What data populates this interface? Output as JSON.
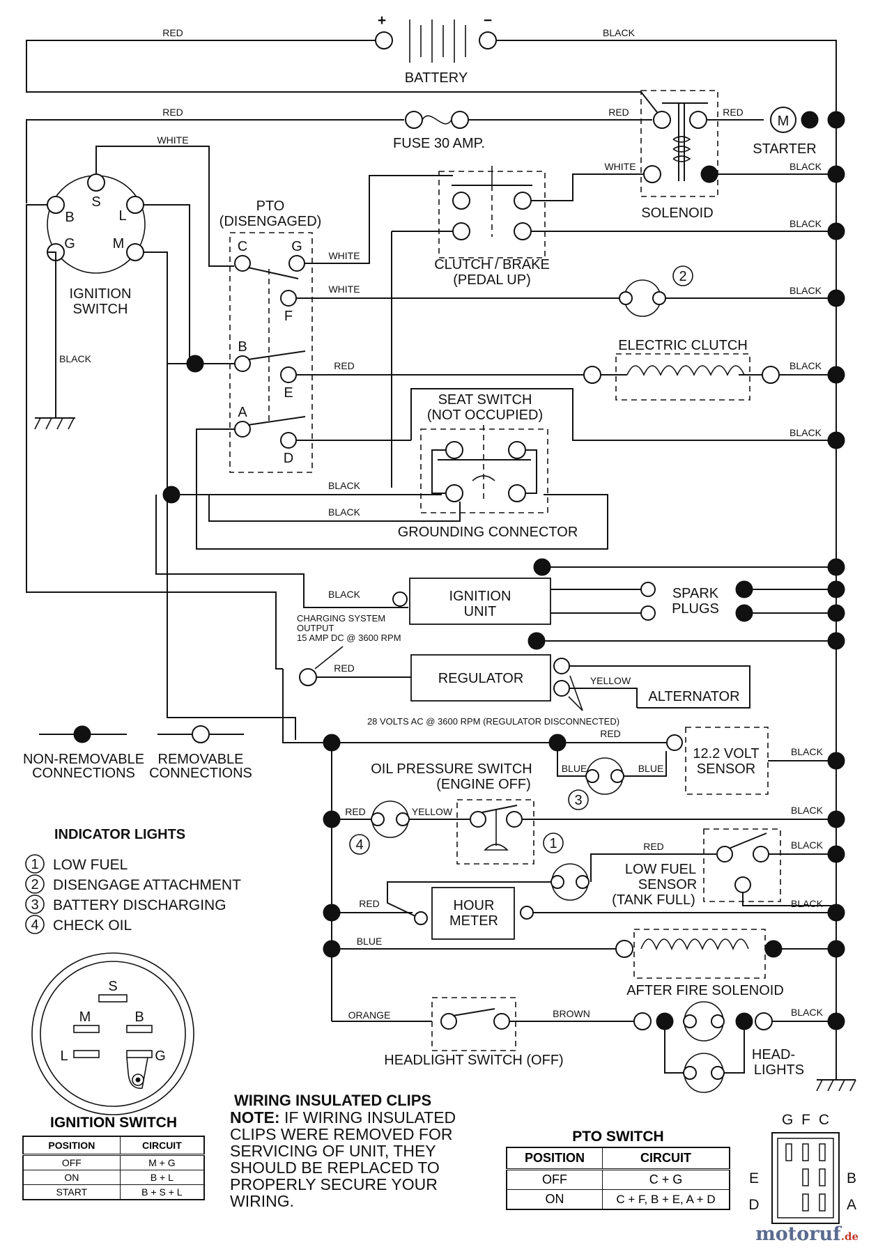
{
  "battery": {
    "label": "BATTERY",
    "plus": "+",
    "minus": "−"
  },
  "fuse": {
    "label": "FUSE 30 AMP."
  },
  "starter": {
    "label": "STARTER",
    "motor": "M"
  },
  "solenoid": {
    "label": "SOLENOID"
  },
  "ignition_switch": {
    "label_line1": "IGNITION",
    "label_line2": "SWITCH",
    "terminals": [
      "S",
      "B",
      "L",
      "G",
      "M"
    ]
  },
  "pto": {
    "title_line1": "PTO",
    "title_line2": "(DISENGAGED)",
    "terminals": [
      "C",
      "G",
      "F",
      "B",
      "E",
      "A",
      "D"
    ]
  },
  "clutch_brake": {
    "line1": "CLUTCH / BRAKE",
    "line2": "(PEDAL UP)"
  },
  "electric_clutch": {
    "label": "ELECTRIC CLUTCH"
  },
  "seat_switch": {
    "line1": "SEAT SWITCH",
    "line2": "(NOT OCCUPIED)"
  },
  "grounding_connector": {
    "label": "GROUNDING CONNECTOR"
  },
  "ignition_unit": {
    "line1": "IGNITION",
    "line2": "UNIT"
  },
  "spark_plugs": {
    "line1": "SPARK",
    "line2": "PLUGS"
  },
  "charging": {
    "line1": "CHARGING SYSTEM",
    "line2": "OUTPUT",
    "line3": "15 AMP DC @ 3600 RPM"
  },
  "regulator": {
    "label": "REGULATOR"
  },
  "alternator": {
    "label": "ALTERNATOR",
    "note": "28 VOLTS AC @ 3600 RPM (REGULATOR DISCONNECTED)"
  },
  "sensor_12v": {
    "line1": "12.2 VOLT",
    "line2": "SENSOR"
  },
  "oil_pressure": {
    "line1": "OIL PRESSURE SWITCH",
    "line2": "(ENGINE OFF)"
  },
  "low_fuel": {
    "line1": "LOW FUEL",
    "line2": "SENSOR",
    "line3": "(TANK FULL)"
  },
  "hour_meter": {
    "line1": "HOUR",
    "line2": "METER"
  },
  "after_fire": {
    "label": "AFTER FIRE SOLENOID"
  },
  "headlight_switch": {
    "label": "HEADLIGHT SWITCH (OFF)"
  },
  "headlights": {
    "line1": "HEAD-",
    "line2": "LIGHTS"
  },
  "wire_colors": {
    "red": "RED",
    "black": "BLACK",
    "white": "WHITE",
    "yellow": "YELLOW",
    "blue": "BLUE",
    "orange": "ORANGE",
    "brown": "BROWN"
  },
  "lamp_numbers": [
    "1",
    "2",
    "3",
    "4"
  ],
  "legend": {
    "nonremovable_line1": "NON-REMOVABLE",
    "nonremovable_line2": "CONNECTIONS",
    "removable_line1": "REMOVABLE",
    "removable_line2": "CONNECTIONS"
  },
  "indicator_lights": {
    "title": "INDICATOR LIGHTS",
    "items": [
      {
        "num": "1",
        "label": "LOW FUEL"
      },
      {
        "num": "2",
        "label": "DISENGAGE ATTACHMENT"
      },
      {
        "num": "3",
        "label": "BATTERY DISCHARGING"
      },
      {
        "num": "4",
        "label": "CHECK OIL"
      }
    ]
  },
  "switch_face": {
    "S": "S",
    "M": "M",
    "B": "B",
    "L": "L",
    "G": "G"
  },
  "ignition_table": {
    "title": "IGNITION SWITCH",
    "headers": [
      "POSITION",
      "CIRCUIT"
    ],
    "rows": [
      [
        "OFF",
        "M + G"
      ],
      [
        "ON",
        "B + L"
      ],
      [
        "START",
        "B + S + L"
      ]
    ]
  },
  "clips_note": {
    "title": "WIRING INSULATED CLIPS",
    "note_label": "NOTE:",
    "line1": " IF WIRING INSULATED",
    "line2": "CLIPS WERE REMOVED FOR",
    "line3": "SERVICING OF UNIT, THEY",
    "line4": "SHOULD BE REPLACED TO",
    "line5": "PROPERLY SECURE YOUR",
    "line6": "WIRING."
  },
  "pto_table": {
    "title": "PTO SWITCH",
    "headers": [
      "POSITION",
      "CIRCUIT"
    ],
    "rows": [
      [
        "OFF",
        "C + G"
      ],
      [
        "ON",
        "C + F, B + E, A + D"
      ]
    ]
  },
  "pto_connector": {
    "top": "G F C",
    "E": "E",
    "B": "B",
    "D": "D",
    "A": "A"
  },
  "watermark": {
    "text": "motoruf",
    "suffix": ".de"
  }
}
